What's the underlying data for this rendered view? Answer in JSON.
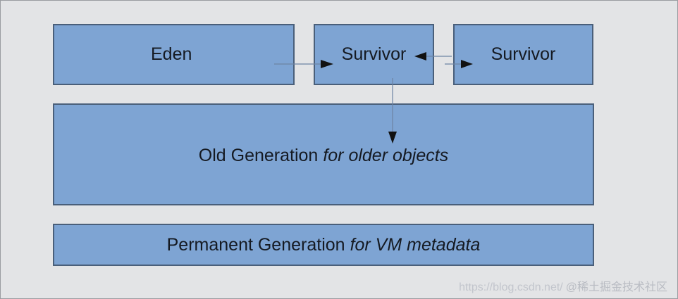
{
  "diagram": {
    "eden": {
      "label": "Eden"
    },
    "survivor_from": {
      "label": "Survivor"
    },
    "survivor_to": {
      "label": "Survivor"
    },
    "old_generation": {
      "label": "Old Generation",
      "note": "for older objects"
    },
    "permanent_generation": {
      "label": "Permanent Generation",
      "note": "for VM metadata"
    },
    "colors": {
      "region_fill": "#7ea4d3",
      "region_border": "#4a5f7a",
      "background": "#e3e4e6",
      "arrow": "#111111"
    }
  },
  "watermark": {
    "url_prefix": "https://blog.csdn.net/",
    "site_name": "@稀土掘金技术社区"
  }
}
